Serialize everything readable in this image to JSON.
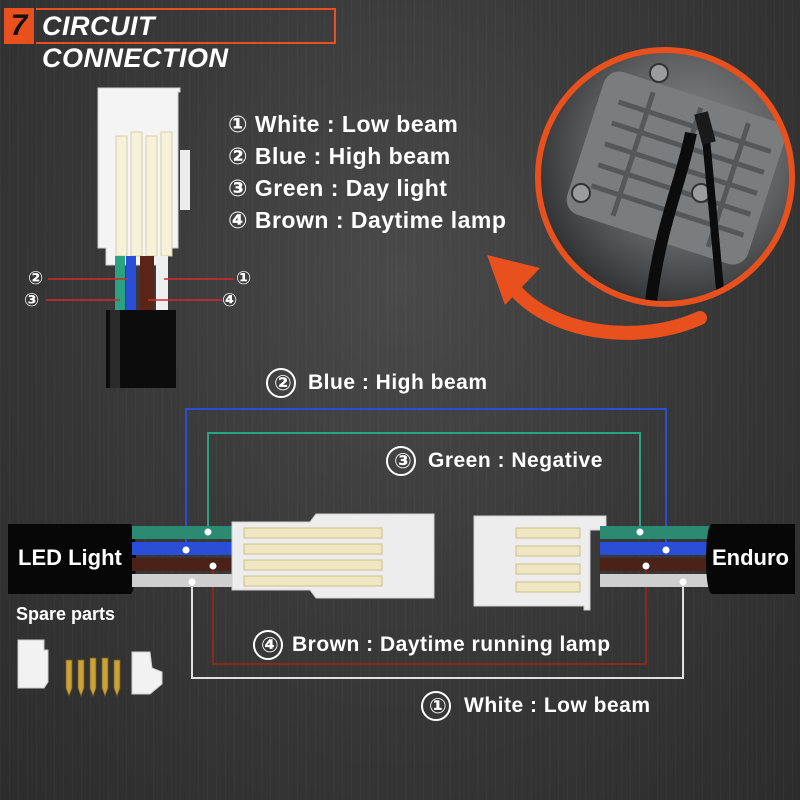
{
  "header": {
    "step": "7",
    "title": "CIRCUIT CONNECTION"
  },
  "legend": [
    {
      "num": "①",
      "text": "White : Low beam"
    },
    {
      "num": "②",
      "text": "Blue : High beam"
    },
    {
      "num": "③",
      "text": "Green : Day light"
    },
    {
      "num": "④",
      "text": "Brown : Daytime lamp"
    }
  ],
  "pin_markers": {
    "left_top": "②",
    "left_bottom": "③",
    "right_top": "①",
    "right_bottom": "④"
  },
  "wiring": {
    "blue_label": "Blue : High beam",
    "blue_num": "②",
    "green_label": "Green : Negative",
    "green_num": "③",
    "brown_label": "Brown : Daytime running lamp",
    "brown_num": "④",
    "white_label": "White : Low beam",
    "white_num": "①",
    "left_cable": "LED Light",
    "right_cable": "Enduro"
  },
  "spare_parts": "Spare parts",
  "colors": {
    "accent": "#e8501e",
    "blue": "#2a4fd6",
    "green": "#2aa383",
    "brown": "#7a2a1a",
    "white": "#e8e8e8",
    "red_marker": "#d42a2a"
  }
}
